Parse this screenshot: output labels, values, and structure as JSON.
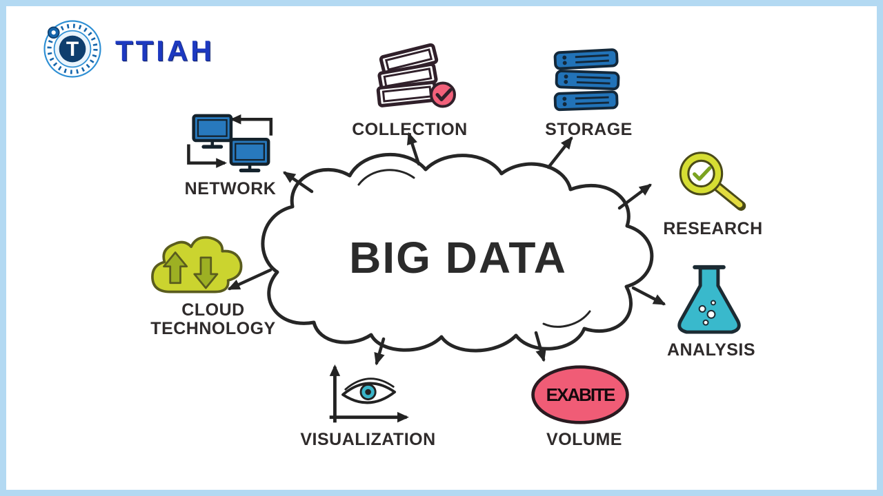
{
  "brand": {
    "name": "TTIAH",
    "monogram": "T"
  },
  "title": "BIG DATA",
  "nodes": {
    "collection": {
      "label": "COLLECTION"
    },
    "storage": {
      "label": "STORAGE"
    },
    "research": {
      "label": "RESEARCH"
    },
    "analysis": {
      "label": "ANALYSIS"
    },
    "volume": {
      "label": "VOLUME",
      "badge": "EXABITE"
    },
    "visualization": {
      "label": "VISUALIZATION"
    },
    "cloud_technology": {
      "label": "CLOUD TECHNOLOGY",
      "line1": "CLOUD",
      "line2": "TECHNOLOGY"
    },
    "network": {
      "label": "NETWORK"
    }
  },
  "colors": {
    "frame": "#b3d9f2",
    "ink": "#2b2b2b",
    "blue": "#2273b8",
    "teal": "#39b9cc",
    "yellow_green": "#cbd42f",
    "magnifier_yellow": "#d6de33",
    "pink": "#f05c76",
    "dark_maroon": "#30202a",
    "logo_blue": "#1d39c0"
  }
}
